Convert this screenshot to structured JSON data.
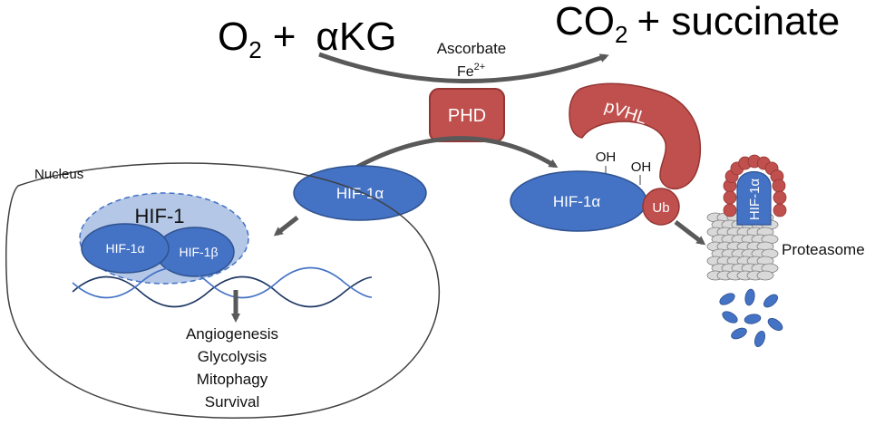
{
  "equation": {
    "left_o": "O",
    "left_o_sub": "2",
    "left_plus": "+",
    "left_akg": "αKG",
    "right_co": "CO",
    "right_co_sub": "2",
    "right_rest": "+ succinate"
  },
  "cofactors": {
    "ascorbate": "Ascorbate",
    "fe": "Fe",
    "fe_sup": "2+"
  },
  "enzyme": {
    "phd": "PHD"
  },
  "nucleus": {
    "label": "Nucleus",
    "hif1_complex": "HIF-1",
    "hif1a": "HIF-1α",
    "hif1b": "HIF-1β"
  },
  "cytoplasm": {
    "hif1a_free": "HIF-1α",
    "hif1a_hydroxylated": "HIF-1α",
    "oh1": "OH",
    "oh2": "OH",
    "ub": "Ub",
    "pvhl": "pVHL",
    "hif1a_proteasome": "HIF-1α",
    "proteasome": "Proteasome"
  },
  "outcomes": [
    "Angiogenesis",
    "Glycolysis",
    "Mitophagy",
    "Survival"
  ],
  "colors": {
    "blue": "#4472c4",
    "blue_light": "#b4c7e7",
    "red": "#c0504d",
    "red_dark": "#943634",
    "gray_arrow": "#595959"
  }
}
